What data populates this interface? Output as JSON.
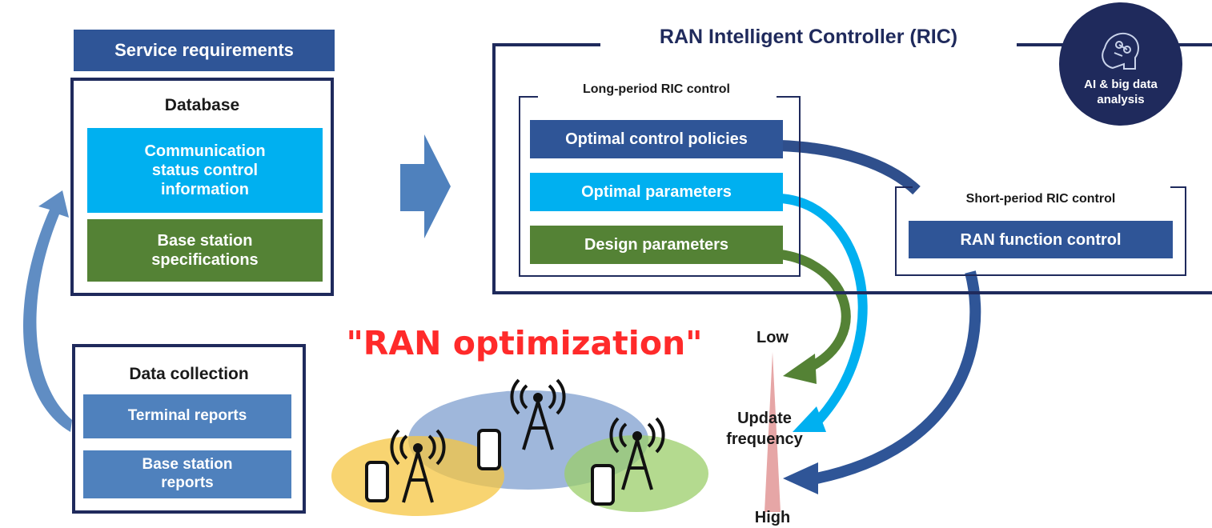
{
  "left": {
    "service_requirements": "Service requirements",
    "database_title": "Database",
    "comm_status": "Communication status control information",
    "base_station_specs": "Base station specifications",
    "data_collection_title": "Data collection",
    "terminal_reports": "Terminal reports",
    "base_station_reports": "Base station reports"
  },
  "ric": {
    "title": "RAN Intelligent Controller (RIC)",
    "ai_badge": "AI & big data analysis",
    "long_period_title": "Long-period RIC control",
    "optimal_policies": "Optimal control policies",
    "optimal_parameters": "Optimal parameters",
    "design_parameters": "Design parameters",
    "short_period_title": "Short-period RIC control",
    "ran_function_control": "RAN function control"
  },
  "center": {
    "ran_optimization": "\"RAN optimization\""
  },
  "frequency": {
    "low": "Low",
    "update_frequency": "Update frequency",
    "high": "High"
  },
  "colors": {
    "navy": "#2f5597",
    "cyan": "#00b0f0",
    "green": "#548235",
    "steel": "#4f81bd",
    "frame": "#1f2a5c",
    "red_text": "#ff2a2a"
  }
}
